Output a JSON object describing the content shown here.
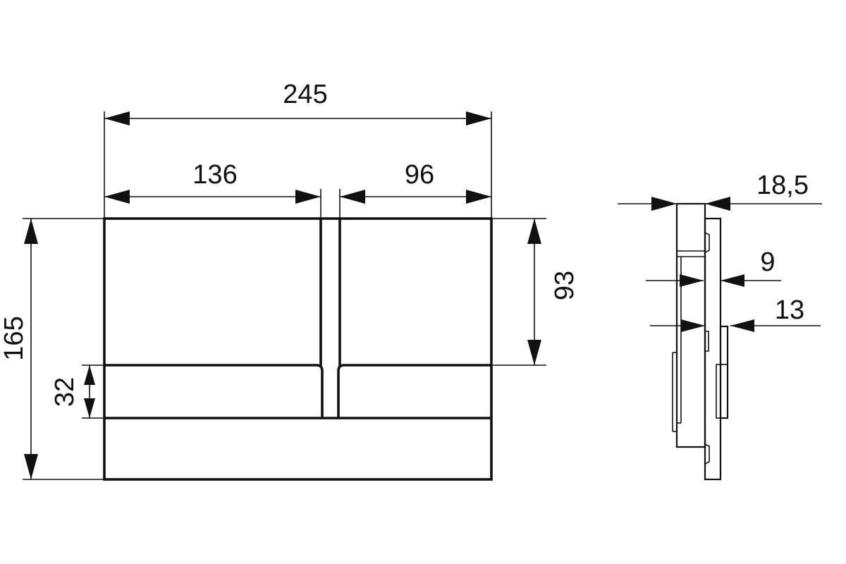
{
  "dimensions": {
    "overall_width": "245",
    "left_section_width": "136",
    "right_section_width": "96",
    "overall_height": "165",
    "upper_height": "93",
    "button_height": "32",
    "side_total_depth": "18,5",
    "side_depth_a": "9",
    "side_depth_b": "13"
  }
}
